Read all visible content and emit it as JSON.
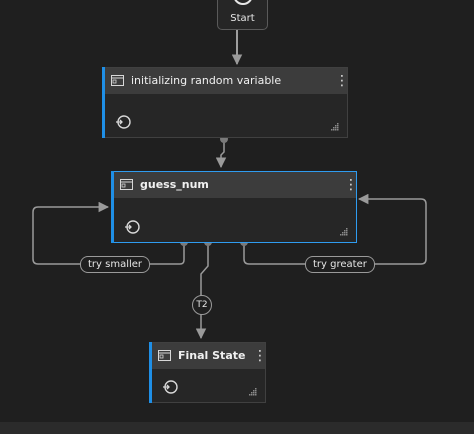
{
  "start": {
    "label": "Start"
  },
  "states": [
    {
      "id": "init",
      "title": "initializing random variable",
      "selected": false
    },
    {
      "id": "guess",
      "title": "guess_num",
      "selected": true
    },
    {
      "id": "final",
      "title": "Final State",
      "selected": false
    }
  ],
  "transitions": {
    "try_smaller": "try smaller",
    "try_greater": "try greater",
    "t2": "T2"
  },
  "icons": {
    "state": "state-icon",
    "menu": "kebab-menu-icon",
    "entry": "entry-action-icon",
    "grip": "resize-grip-icon"
  },
  "colors": {
    "accent": "#1f8fe6",
    "selection": "#2f9cf0",
    "header": "#3c3c3c",
    "canvas": "#1f1f1f"
  }
}
